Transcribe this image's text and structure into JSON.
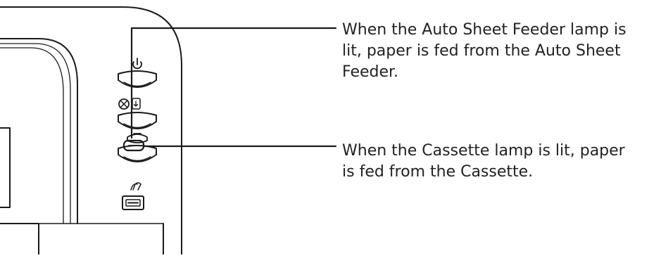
{
  "callouts": {
    "auto_sheet_feeder": {
      "lines": [
        "When the Auto Sheet Feeder lamp is",
        "lit, paper is fed from the Auto Sheet",
        "Feeder."
      ]
    },
    "cassette": {
      "lines": [
        "When the Cassette lamp is lit, paper",
        "is fed from the Cassette."
      ]
    }
  },
  "colors": {
    "outline": "#1a1a1a",
    "text": "#222222",
    "background": "#ffffff"
  },
  "icons": [
    "power-icon",
    "stop-reset-icon",
    "resume-icon",
    "auto-sheet-feeder-lamp-icon",
    "cassette-lamp-icon",
    "pictbridge-icon",
    "usb-port-icon"
  ]
}
